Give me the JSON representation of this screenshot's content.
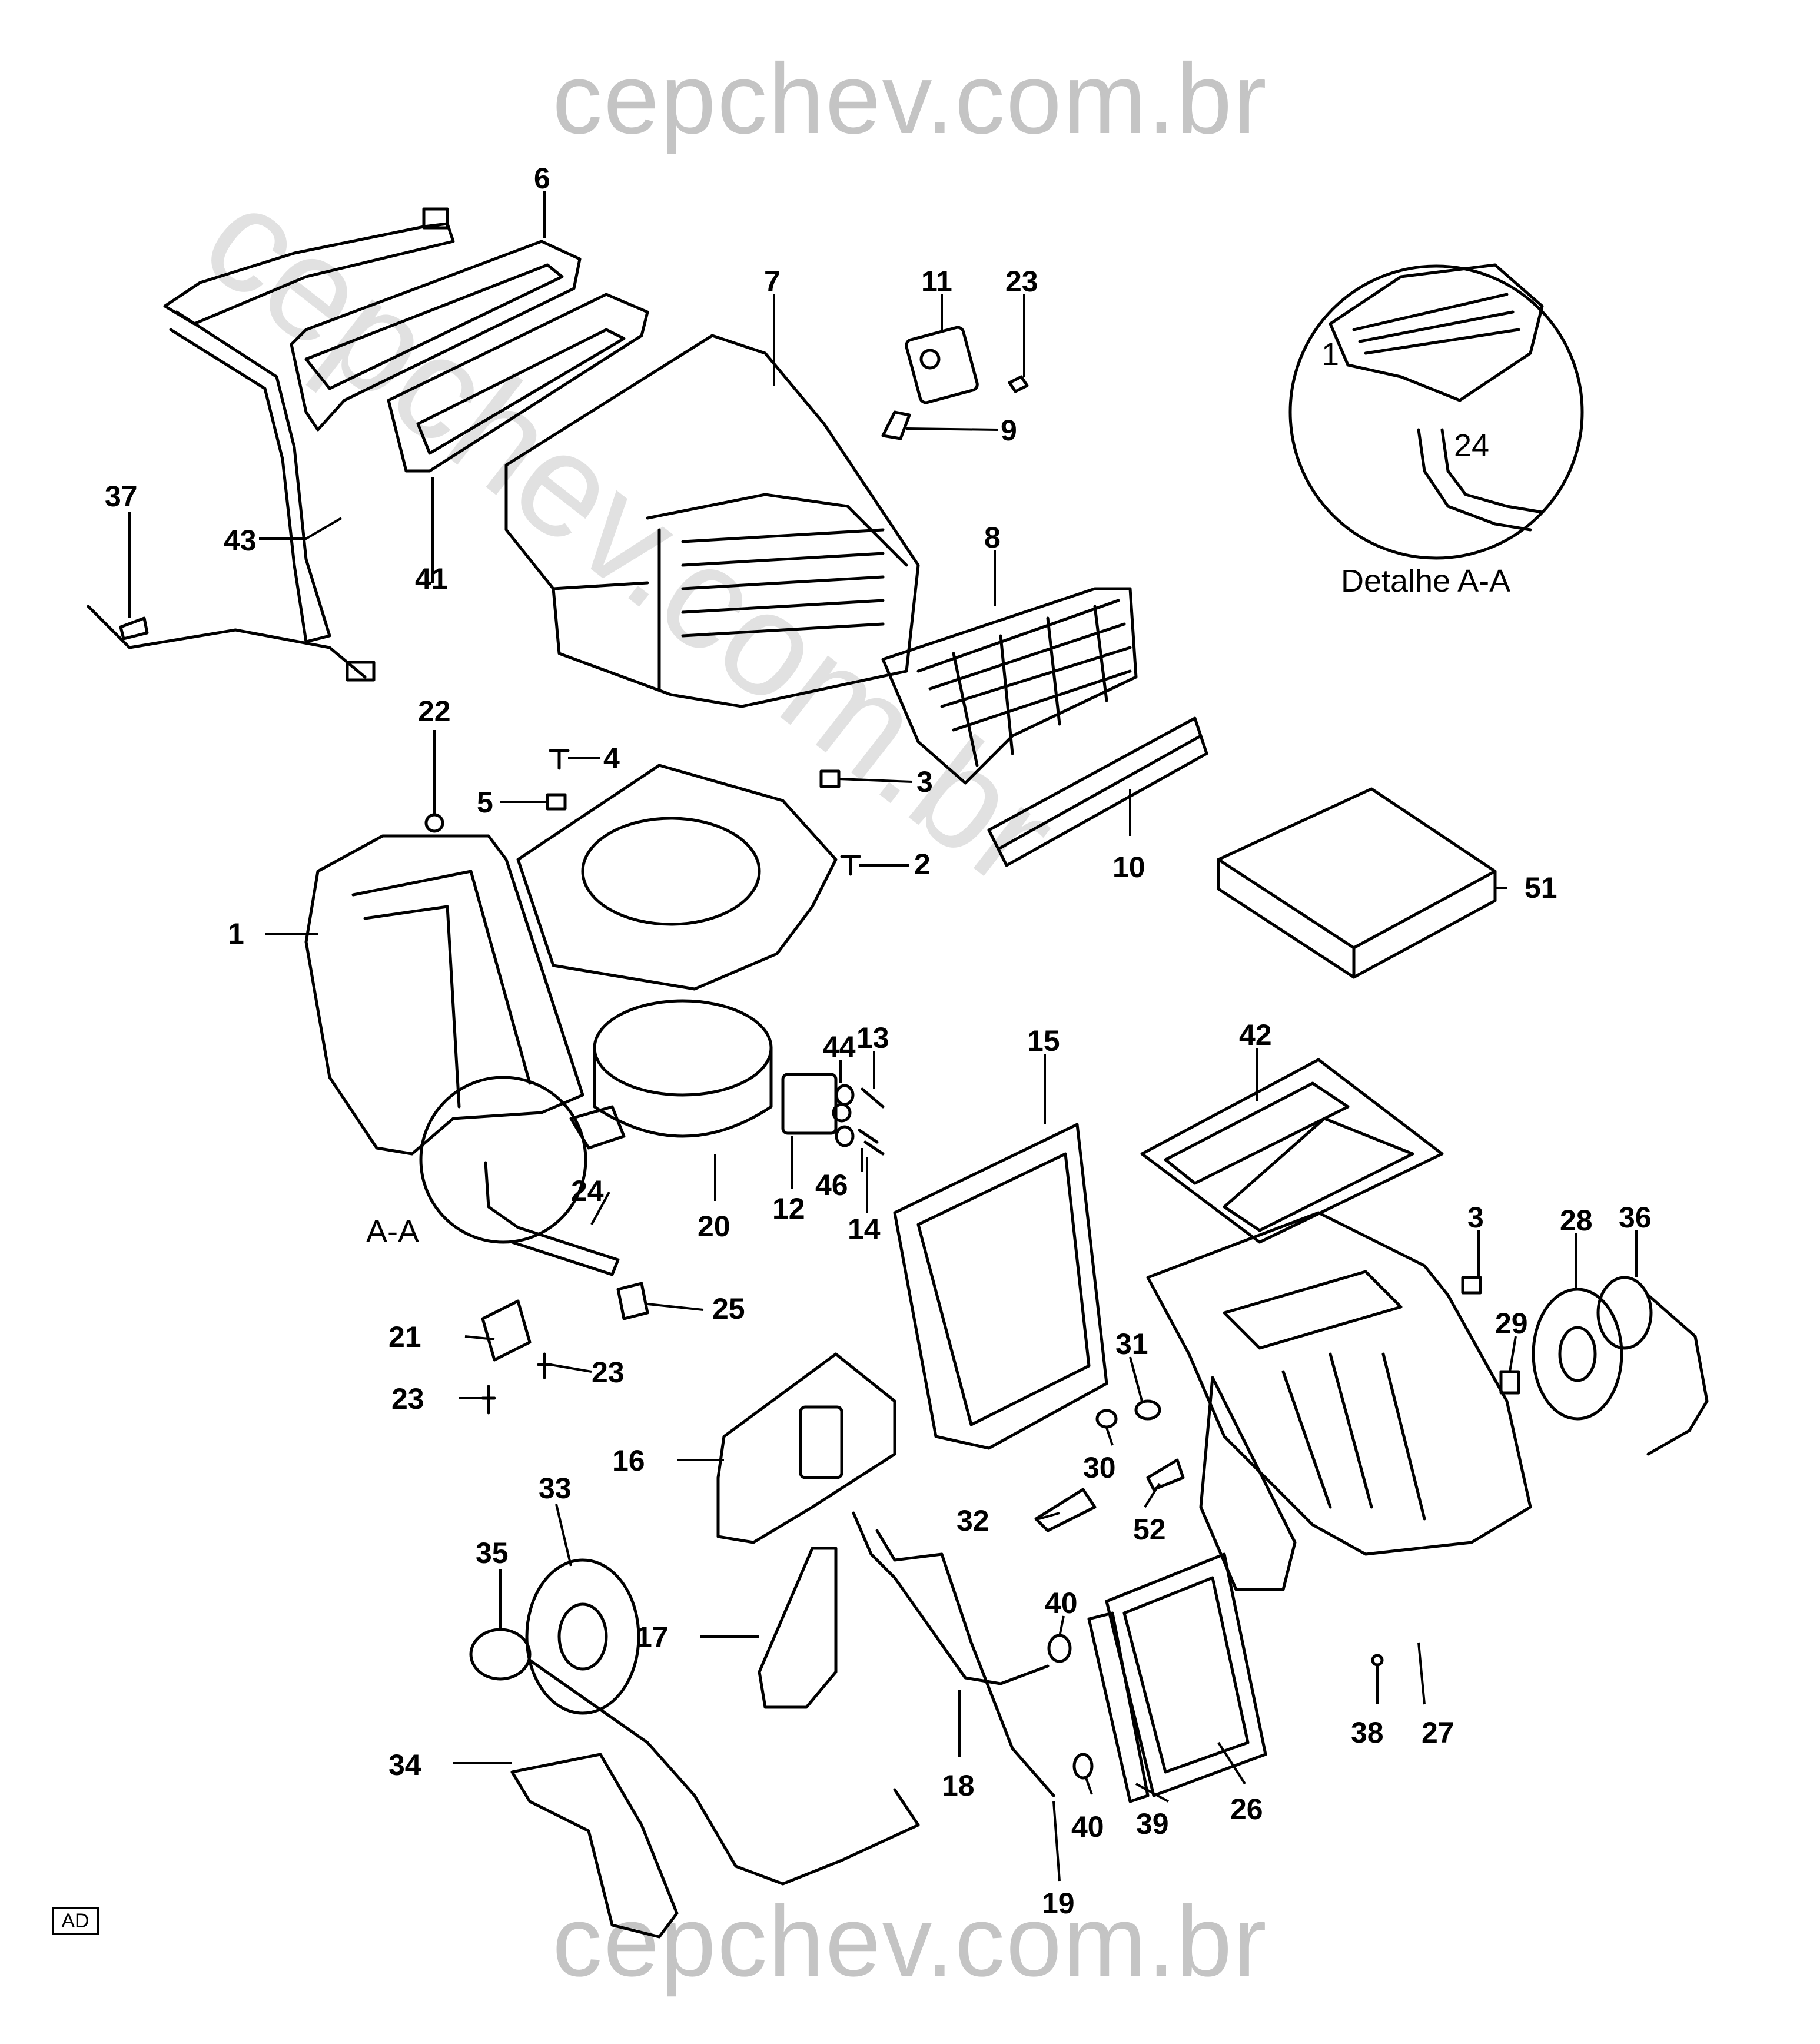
{
  "watermark": {
    "top": "cepchev.com.br",
    "bottom": "cepchev.com.br",
    "diagonal": "cepchev.com.br"
  },
  "figure_code": "AD",
  "detail": {
    "caption": "Detalhe A-A",
    "parts": [
      "1",
      "24"
    ]
  },
  "section_label": "A-A",
  "callouts": [
    "1",
    "2",
    "3",
    "3",
    "4",
    "5",
    "6",
    "7",
    "8",
    "9",
    "10",
    "11",
    "12",
    "13",
    "14",
    "15",
    "16",
    "17",
    "18",
    "19",
    "20",
    "21",
    "22",
    "23",
    "23",
    "23",
    "24",
    "25",
    "26",
    "27",
    "28",
    "29",
    "30",
    "31",
    "32",
    "33",
    "34",
    "35",
    "36",
    "37",
    "38",
    "39",
    "40",
    "40",
    "41",
    "42",
    "43",
    "44",
    "46",
    "51",
    "52"
  ],
  "colors": {
    "line": "#000000",
    "watermark": "#c4c4c4",
    "background": "#ffffff"
  }
}
